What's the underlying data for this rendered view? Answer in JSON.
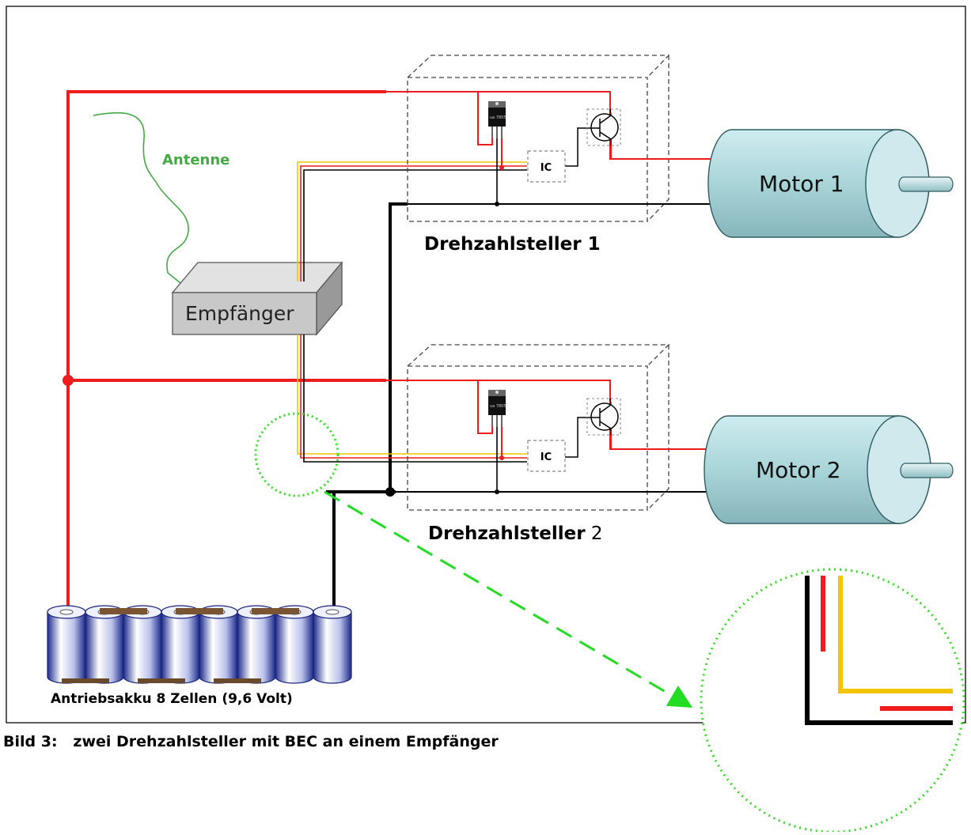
{
  "labels": {
    "antenna": "Antenne",
    "receiver": "Empfänger",
    "ic": "IC",
    "regulator_mark": "ua 7805",
    "esc1": "Drehzahlsteller 1",
    "esc2_main": "Drehzahlsteller",
    "esc2_num": " 2",
    "motor1": "Motor 1",
    "motor2": "Motor 2",
    "battery": "Antriebsakku 8 Zellen (9,6 Volt)",
    "caption": "Bild 3:   zwei Drehzahlsteller mit BEC an einem Empfänger"
  },
  "colors": {
    "plus_wire": "#ee1c1c",
    "ground_wire": "#000000",
    "signal_wire": "#f5c400",
    "antenna": "#44aa44",
    "highlight_circle": "#33dd22",
    "motor_body": "#bfe3e6",
    "receiver_box": "#c8c8c8",
    "battery_cell": "#d8dcf2"
  },
  "battery": {
    "cells": 8
  }
}
